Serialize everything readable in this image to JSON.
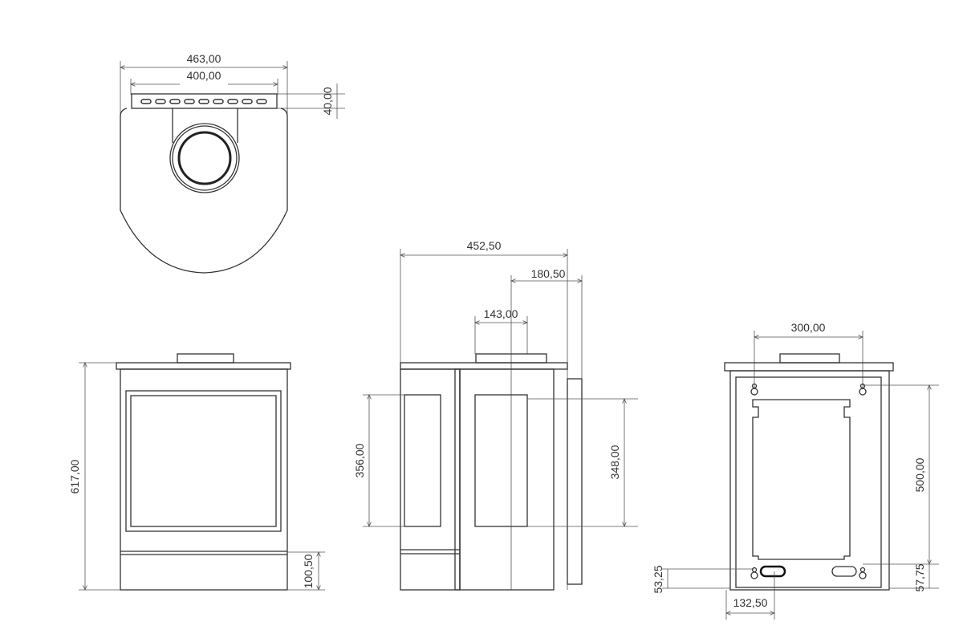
{
  "dimensions": {
    "top_outer_width": "463,00",
    "top_flue_plate_width": "400,00",
    "top_plate_depth": "40,00",
    "front_height": "617,00",
    "front_base_height": "100,50",
    "side_total_depth": "452,50",
    "side_rear_depth": "180,50",
    "side_flue_offset": "143,00",
    "side_door_height": "356,00",
    "side_panel_height": "348,00",
    "back_bracket_spacing": "300,00",
    "back_bracket_height": "500,00",
    "back_lower_offset_right": "57,75",
    "back_lower_offset_left": "53,25",
    "back_inlet_offset": "132,50"
  }
}
